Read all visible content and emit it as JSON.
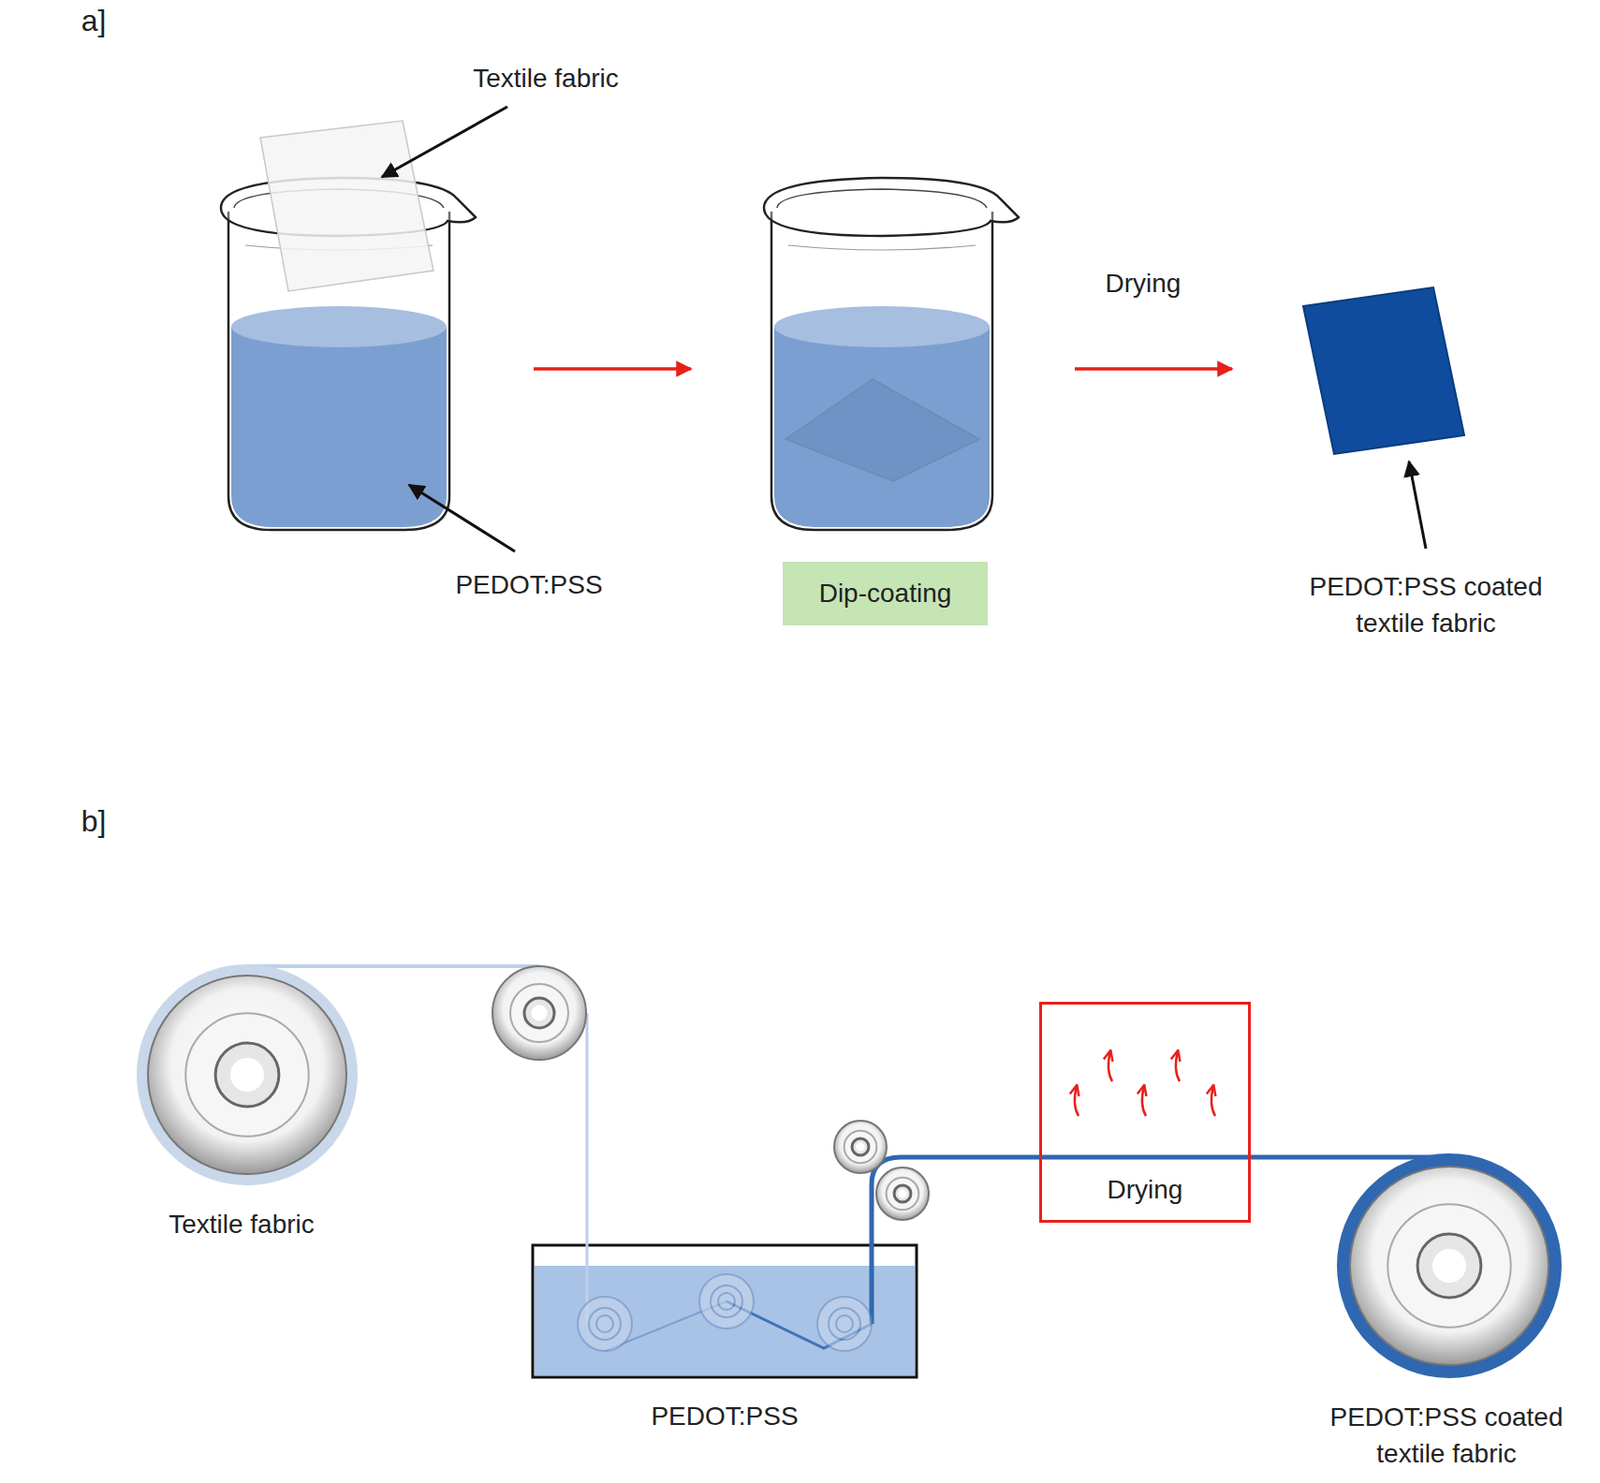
{
  "diagram": {
    "nodes": [
      {
        "text": [
          "Dip-coating"
        ]
      },
      {
        "text": [
          "Drying"
        ]
      }
    ],
    "labels": [
      "a]",
      "Textile fabric",
      "PEDOT:PSS",
      "Drying",
      "PEDOT:PSS coated textile fabric",
      "b]",
      "Textile fabric",
      "PEDOT:PSS",
      "PEDOT:PSS coated textile fabric"
    ]
  }
}
